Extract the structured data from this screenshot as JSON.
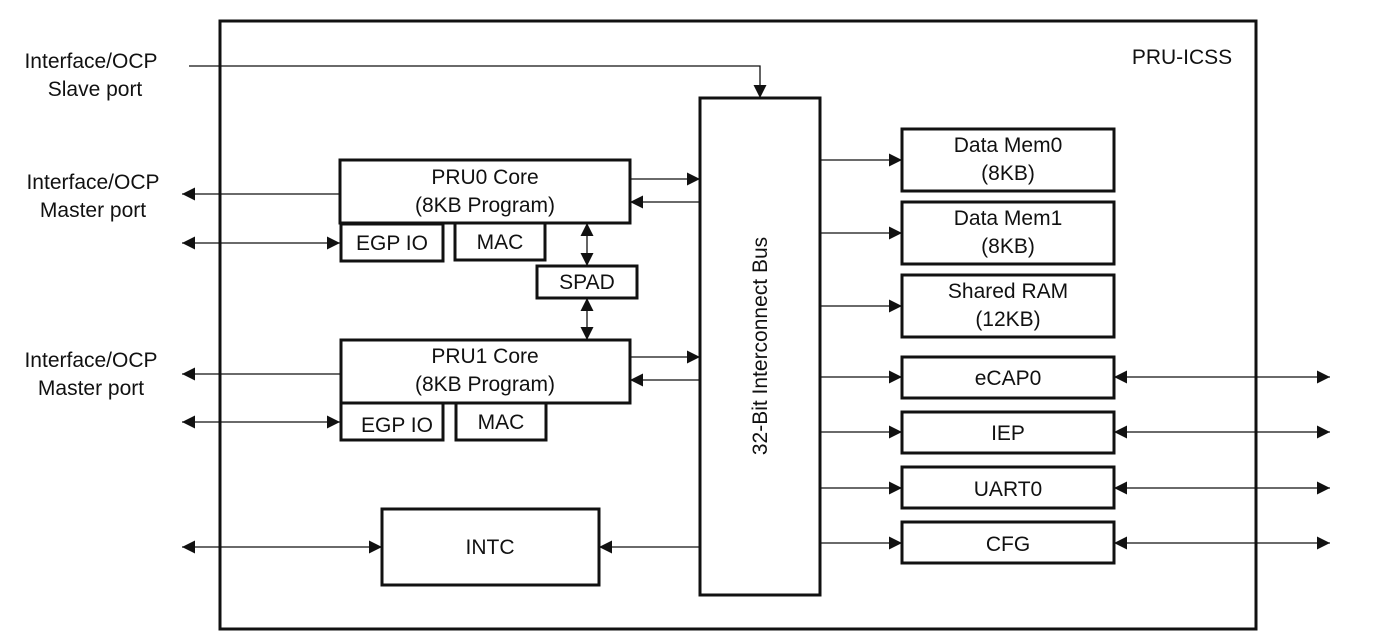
{
  "title": "PRU-ICSS",
  "ports": {
    "slave_line1": "Interface/OCP",
    "slave_line2": "Slave port",
    "master0_line1": "Interface/OCP",
    "master0_line2": "Master port",
    "master1_line1": "Interface/OCP",
    "master1_line2": "Master port"
  },
  "blocks": {
    "pru0_line1": "PRU0 Core",
    "pru0_line2": "(8KB Program)",
    "pru1_line1": "PRU1 Core",
    "pru1_line2": "(8KB Program)",
    "egpio0": "EGP IO",
    "mac0": "MAC",
    "egpio1": "EGP IO",
    "mac1": "MAC",
    "spad": "SPAD",
    "intc": "INTC",
    "bus": "32-Bit Interconnect Bus",
    "dmem0_line1": "Data Mem0",
    "dmem0_line2": "(8KB)",
    "dmem1_line1": "Data Mem1",
    "dmem1_line2": "(8KB)",
    "sram_line1": "Shared RAM",
    "sram_line2": "(12KB)",
    "ecap0": "eCAP0",
    "iep": "IEP",
    "uart0": "UART0",
    "cfg": "CFG"
  },
  "colors": {
    "line": "#111111",
    "background": "#ffffff"
  }
}
